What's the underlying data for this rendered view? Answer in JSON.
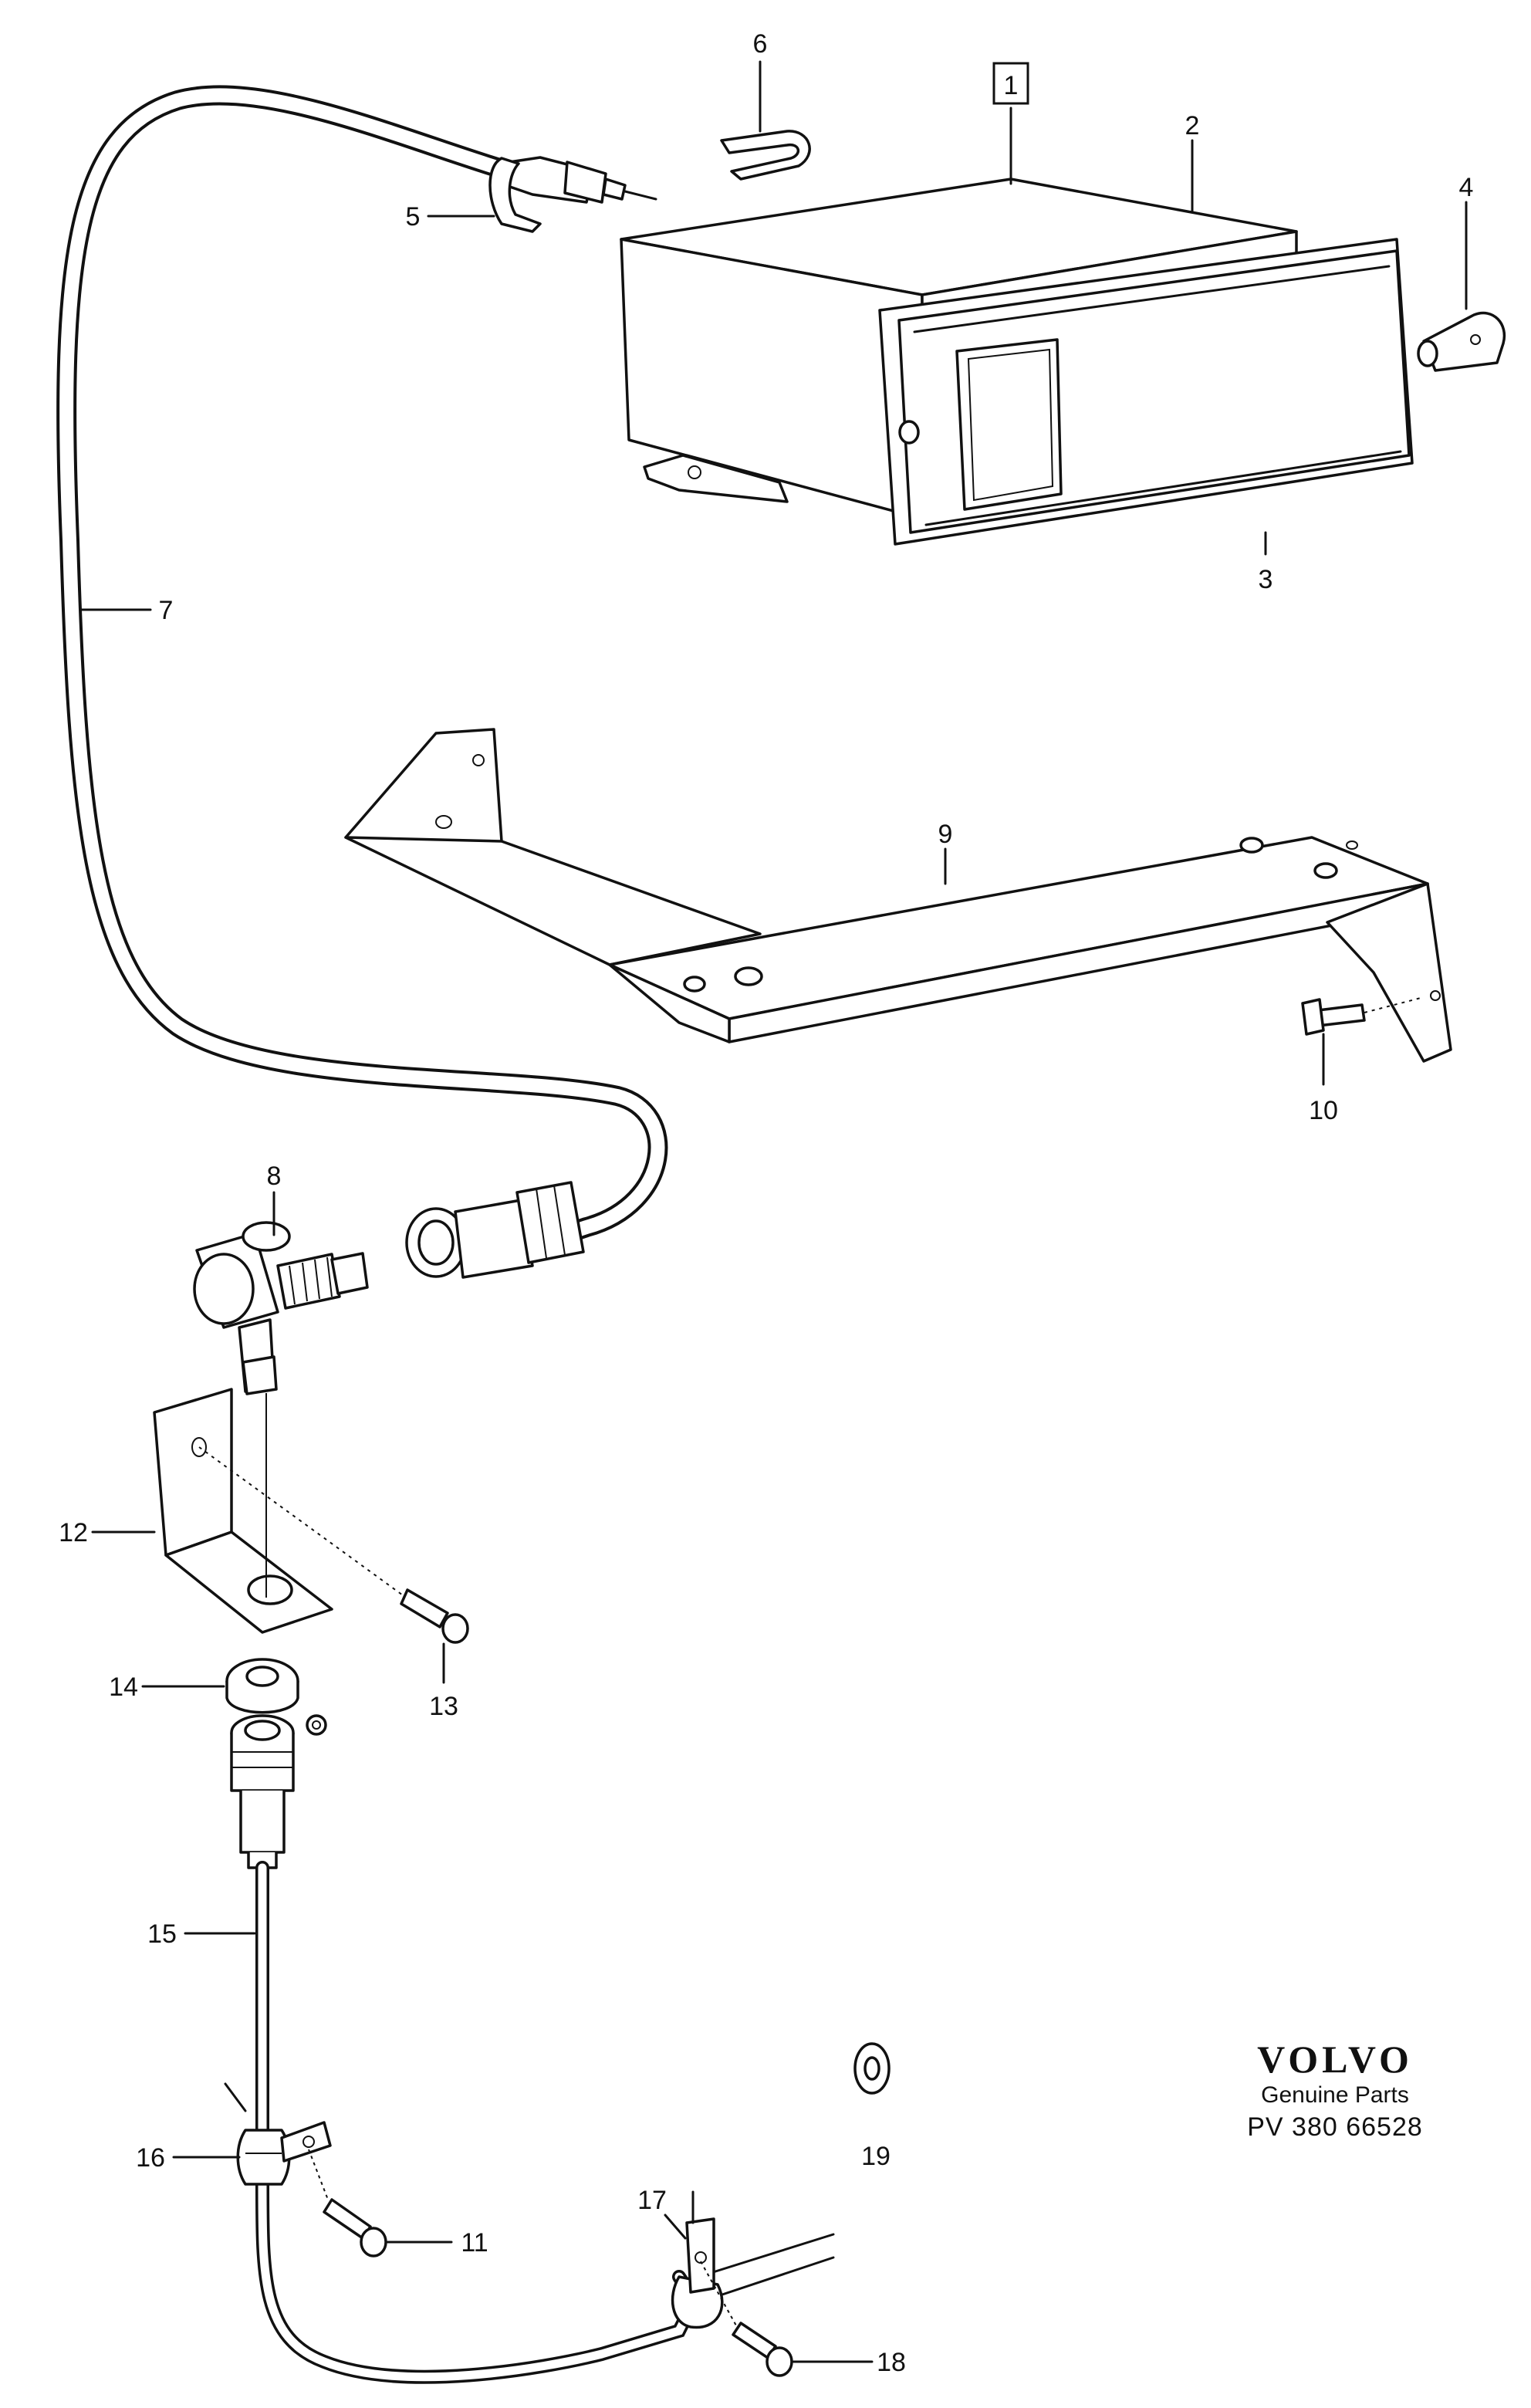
{
  "diagram": {
    "callouts": [
      {
        "id": "1",
        "label": "1",
        "boxed": true
      },
      {
        "id": "2",
        "label": "2"
      },
      {
        "id": "3",
        "label": "3"
      },
      {
        "id": "4",
        "label": "4"
      },
      {
        "id": "5",
        "label": "5"
      },
      {
        "id": "6",
        "label": "6"
      },
      {
        "id": "7",
        "label": "7"
      },
      {
        "id": "8",
        "label": "8"
      },
      {
        "id": "9",
        "label": "9"
      },
      {
        "id": "10",
        "label": "10"
      },
      {
        "id": "11",
        "label": "11"
      },
      {
        "id": "12",
        "label": "12"
      },
      {
        "id": "13",
        "label": "13"
      },
      {
        "id": "14",
        "label": "14"
      },
      {
        "id": "15",
        "label": "15"
      },
      {
        "id": "16",
        "label": "16"
      },
      {
        "id": "17",
        "label": "17"
      },
      {
        "id": "18",
        "label": "18"
      },
      {
        "id": "19",
        "label": "19"
      }
    ]
  },
  "brand": {
    "logo": "VOLVO",
    "subtitle": "Genuine Parts",
    "code": "PV 380 66528"
  }
}
